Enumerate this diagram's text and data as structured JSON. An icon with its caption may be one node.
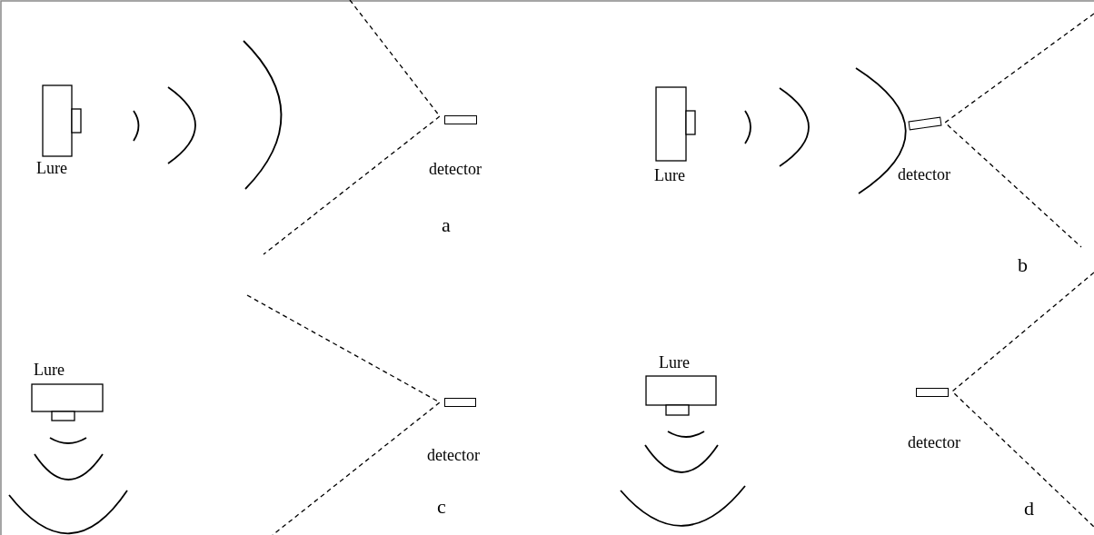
{
  "diagram": {
    "nodes": [
      {
        "text": [
          "Lure"
        ]
      },
      {
        "text": [
          "detector"
        ]
      },
      {
        "text": [
          "Lure"
        ]
      },
      {
        "text": [
          "detector"
        ]
      },
      {
        "text": [
          "Lure"
        ]
      },
      {
        "text": [
          "detector"
        ]
      },
      {
        "text": [
          "Lure"
        ]
      },
      {
        "text": [
          "detector"
        ]
      }
    ],
    "edges": [],
    "labels": [
      "a",
      "b",
      "c",
      "d"
    ]
  }
}
